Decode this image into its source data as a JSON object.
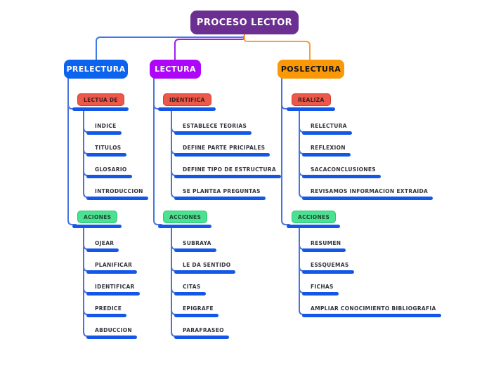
{
  "root": {
    "label": "PROCESO LECTOR"
  },
  "branches": [
    {
      "label": "PRELECTURA",
      "groups": [
        {
          "label": "LECTUA DE",
          "items": [
            "INDICE",
            "TITULOS",
            "GLOSARIO",
            "INTRODUCCION"
          ]
        },
        {
          "label": "ACIONES",
          "items": [
            "OJEAR",
            "PLANIFICAR",
            "IDENTIFICAR",
            "PREDICE",
            "ABDUCCION"
          ]
        }
      ]
    },
    {
      "label": "LECTURA",
      "groups": [
        {
          "label": "IDENTIFICA",
          "items": [
            "ESTABLECE TEORIAS",
            "DEFINE PARTE PRICIPALES",
            "DEFINE TIPO DE ESTRUCTURA",
            "SE PLANTEA PREGUNTAS"
          ]
        },
        {
          "label": "ACCIONES",
          "items": [
            "SUBRAYA",
            "LE DA SENTIDO",
            "CITAS",
            "EPIGRAFE",
            "PARAFRASEO"
          ]
        }
      ]
    },
    {
      "label": "POSLECTURA",
      "groups": [
        {
          "label": "REALIZA",
          "items": [
            "RELECTURA",
            "REFLEXION",
            "SACACONCLUSIONES",
            "REVISAMOS INFORMACION EXTRAIDA"
          ]
        },
        {
          "label": "ACCIONES",
          "items": [
            "RESUMEN",
            "ESSQUEMAS",
            "FICHAS",
            "AMPLIAR CONOCIMIENTO BIBLIOGRAFIA"
          ]
        }
      ]
    }
  ],
  "colors": {
    "root": "#6B2E91",
    "branch_prelectura": "#0C63EE",
    "branch_lectura": "#AE06F8",
    "branch_poslectura": "#FB9807",
    "subtopic_red": "#EC594B",
    "subtopic_green": "#4CE191",
    "underline_blue": "#1457E8",
    "connector_blue": "#4A74DC",
    "connector_top_blue": "#3E7BE8",
    "connector_top_purple": "#A21CF0",
    "connector_top_orange": "#F8A13C"
  }
}
